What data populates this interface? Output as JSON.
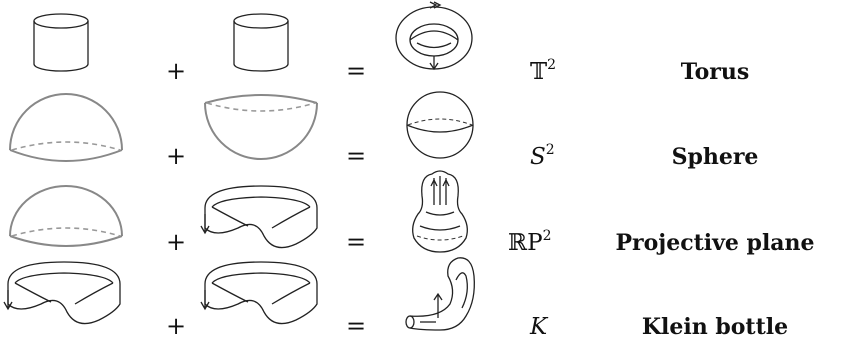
{
  "rows": [
    {
      "plus": "+",
      "equals": "=",
      "symbol_base": "𝕋",
      "symbol_sup": "2",
      "name": "Torus",
      "left_piece": "cylinder-icon",
      "right_piece": "cylinder-icon",
      "result": "torus-icon"
    },
    {
      "plus": "+",
      "equals": "=",
      "symbol_base": "S",
      "symbol_sup": "2",
      "name": "Sphere",
      "left_piece": "upper-hemisphere-icon",
      "right_piece": "lower-hemisphere-icon",
      "result": "sphere-icon"
    },
    {
      "plus": "+",
      "equals": "=",
      "symbol_base": "ℝP",
      "symbol_sup": "2",
      "name": "Projective plane",
      "left_piece": "upper-hemisphere-icon",
      "right_piece": "mobius-strip-icon",
      "result": "projective-plane-icon"
    },
    {
      "plus": "+",
      "equals": "=",
      "symbol_base": "K",
      "symbol_sup": "",
      "name": "Klein bottle",
      "left_piece": "mobius-strip-icon",
      "right_piece": "mobius-strip-icon",
      "result": "klein-bottle-icon"
    }
  ]
}
